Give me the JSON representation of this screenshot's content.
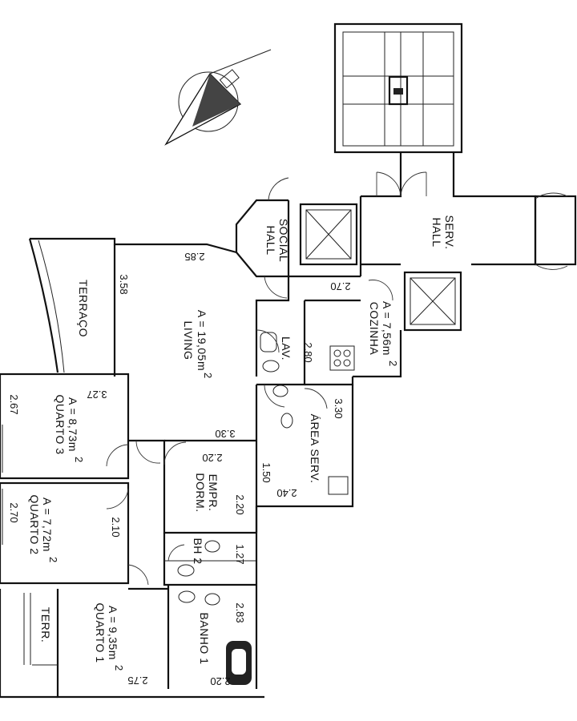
{
  "plan": {
    "rooms": {
      "hall_social": {
        "name1": "HALL",
        "name2": "SOCIAL"
      },
      "hall_serv": {
        "name1": "HALL",
        "name2": "SERV."
      },
      "terraco": {
        "name": "TERRAÇO"
      },
      "living": {
        "name": "LIVING",
        "area": "A = 19,05m",
        "sup": "2"
      },
      "lav": {
        "name": "LAV."
      },
      "cozinha": {
        "name": "COZINHA",
        "area": "A = 7,56m",
        "sup": "2"
      },
      "quarto3": {
        "name": "QUARTO 3",
        "area": "A = 8,73m",
        "sup": "2"
      },
      "quarto2": {
        "name": "QUARTO 2",
        "area": "A = 7,72m",
        "sup": "2"
      },
      "quarto1": {
        "name": "QUARTO 1",
        "area": "A = 9,35m",
        "sup": "2"
      },
      "dorm_empr": {
        "name1": "DORM.",
        "name2": "EMPR."
      },
      "area_serv": {
        "name": "ÁREA SERV."
      },
      "bh2": {
        "name": "BH 2"
      },
      "banho1": {
        "name": "BANHO 1"
      },
      "terr": {
        "name": "TERR."
      }
    },
    "dimensions": [
      "2.85",
      "3.58",
      "2.70",
      "2.80",
      "3.30",
      "3.30",
      "3.27",
      "2.67",
      "2.20",
      "1.50",
      "2.40",
      "2.20",
      "2.70",
      "2.10",
      "1.27",
      "2.83",
      "2.75",
      "2.20"
    ]
  }
}
